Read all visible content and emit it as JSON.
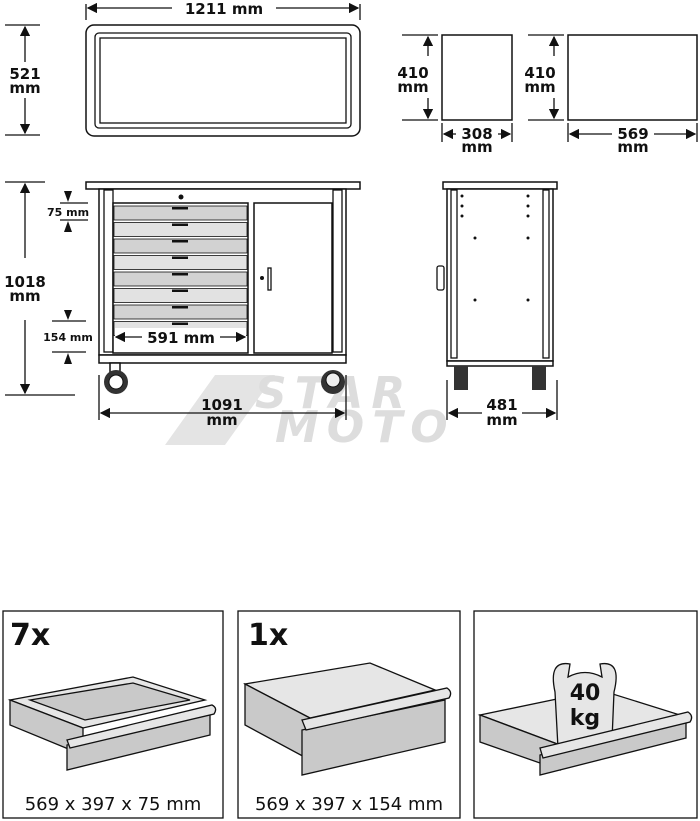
{
  "watermark": {
    "line1": "STAR",
    "line2": "MOTO"
  },
  "top_view": {
    "width": "1211 mm",
    "height_value": "521",
    "height_unit": "mm"
  },
  "small_box": {
    "height_value": "410",
    "height_unit": "mm",
    "width_value": "308",
    "width_unit": "mm"
  },
  "wide_box": {
    "height_value": "410",
    "height_unit": "mm",
    "width_value": "569",
    "width_unit": "mm"
  },
  "front_view": {
    "height_value": "1018",
    "height_unit": "mm",
    "drawer_small": "75 mm",
    "drawer_large": "154 mm",
    "drawer_width": "591 mm",
    "width_value": "1091",
    "width_unit": "mm"
  },
  "side_view": {
    "depth_value": "481",
    "depth_unit": "mm"
  },
  "panels": [
    {
      "count": "7x",
      "caption": "569 x 397 x 75 mm"
    },
    {
      "count": "1x",
      "caption": "569 x 397 x 154 mm"
    },
    {
      "weight_value": "40",
      "weight_unit": "kg"
    }
  ]
}
